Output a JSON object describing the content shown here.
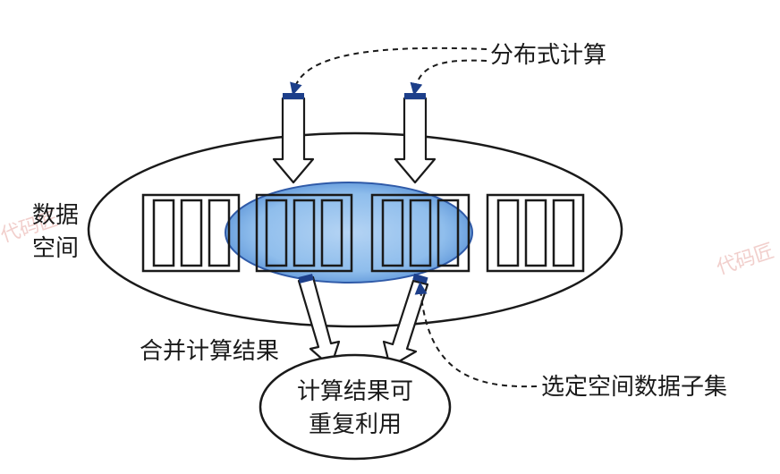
{
  "labels": {
    "distributed_compute": "分布式计算",
    "data_space_line1": "数据",
    "data_space_line2": "空间",
    "merge_results": "合并计算结果",
    "select_subset": "选定空间数据子集",
    "reusable_line1": "计算结果可",
    "reusable_line2": "重复利用"
  },
  "watermark": "代码匠",
  "colors": {
    "ink": "#1a1a1a",
    "highlight": "#6aa8e6",
    "highlight_edge": "#2f5aa8",
    "tip": "#1d3f8a",
    "watermark": "#e7a8a4"
  }
}
